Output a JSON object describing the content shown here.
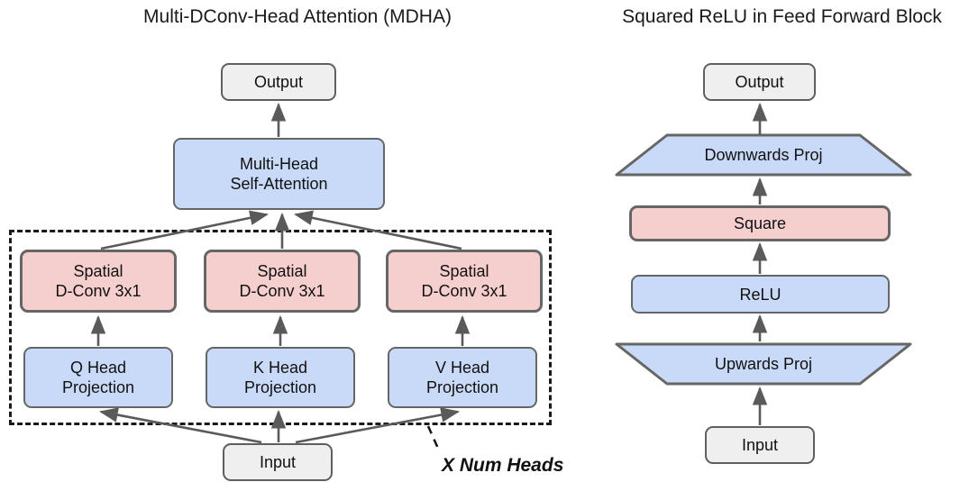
{
  "figure": {
    "background": "#ffffff",
    "colors": {
      "gray_fill": "#efefef",
      "blue_fill": "#c9daf8",
      "pink_fill": "#f5cfcd",
      "stroke": "#666666",
      "dashed_stroke": "#1a1a1a",
      "text": "#111111"
    }
  },
  "left_panel": {
    "title": "Multi-DConv-Head Attention (MDHA)",
    "nodes": {
      "output": "Output",
      "attention": "Multi-Head\nSelf-Attention",
      "dconv_q": "Spatial\nD-Conv 3x1",
      "dconv_k": "Spatial\nD-Conv 3x1",
      "dconv_v": "Spatial\nD-Conv 3x1",
      "proj_q": "Q Head\nProjection",
      "proj_k": "K Head\nProjection",
      "proj_v": "V Head\nProjection",
      "input": "Input"
    },
    "annotation": "X Num Heads"
  },
  "right_panel": {
    "title": "Squared ReLU in Feed Forward Block",
    "nodes": {
      "output": "Output",
      "downwards_proj": "Downwards Proj",
      "square": "Square",
      "relu": "ReLU",
      "upwards_proj": "Upwards Proj",
      "input": "Input"
    }
  }
}
